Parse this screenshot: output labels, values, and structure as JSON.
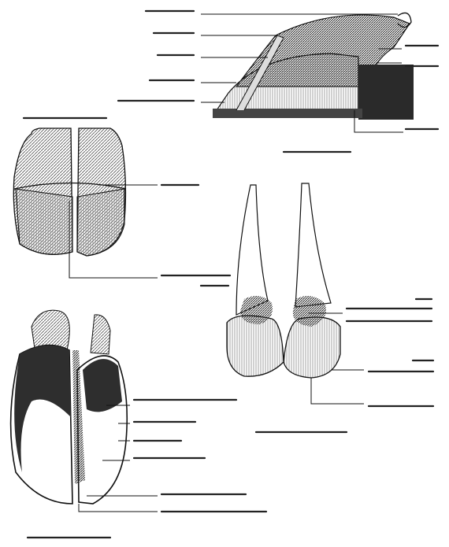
{
  "figures": [
    {
      "id": "lateral-view",
      "labels": [
        "",
        "",
        "",
        "",
        "",
        "",
        "",
        ""
      ],
      "caption": ""
    },
    {
      "id": "front-view",
      "labels": [
        "",
        ""
      ],
      "caption": ""
    },
    {
      "id": "rear-view",
      "labels": [
        "",
        "",
        ""
      ],
      "caption": ""
    },
    {
      "id": "sole-view",
      "labels": [
        "",
        "",
        "",
        "",
        "",
        ""
      ],
      "caption": ""
    }
  ],
  "colors": {
    "ink": "#111111",
    "paper": "#ffffff",
    "shade": "#3a3a3a"
  }
}
